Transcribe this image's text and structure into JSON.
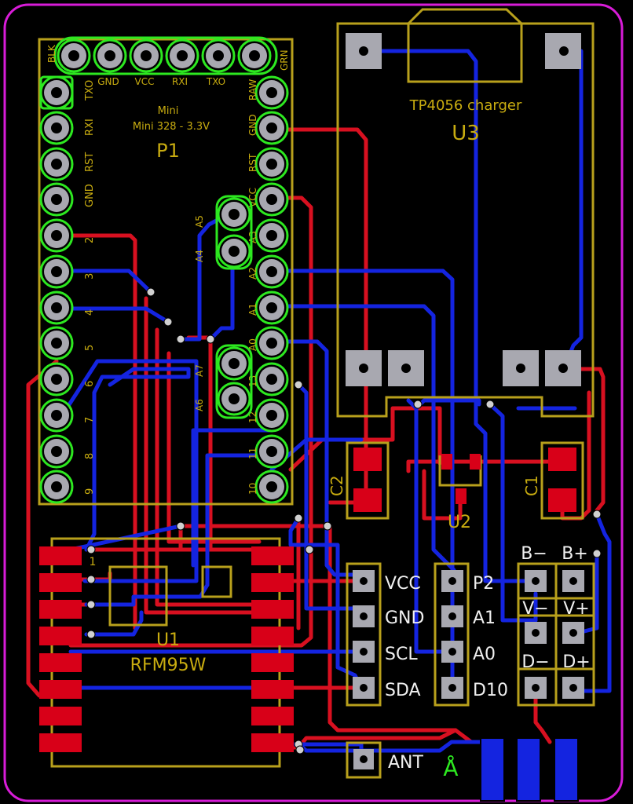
{
  "colors": {
    "background": "#000000",
    "outline": "#d81cd8",
    "copper_top": "#d81020",
    "copper_bottom": "#1424e0",
    "silkscreen": "#b8a01c",
    "pad": "#a8a8b0",
    "pin_highlight": "#2de820"
  },
  "p1": {
    "top_labels": [
      "GND",
      "VCC",
      "RXI",
      "TXO"
    ],
    "top_left": "BLK",
    "top_right": "GRN",
    "left_labels": [
      "TXO",
      "RXI",
      "RST",
      "GND",
      "2",
      "3",
      "4",
      "5",
      "6",
      "7",
      "8",
      "9"
    ],
    "right_labels": [
      "RAW",
      "GND",
      "RST",
      "VCC",
      "A3",
      "A2",
      "A1",
      "A0",
      "13",
      "12",
      "11",
      "10"
    ],
    "title": "Mini",
    "subtitle": "Mini 328 - 3.3V",
    "ref": "P1",
    "a5": "A5",
    "a4": "A4",
    "a7": "A7",
    "a6": "A6"
  },
  "u3": {
    "name": "TP4056 charger",
    "ref": "U3"
  },
  "u2": {
    "ref": "U2"
  },
  "caps": {
    "c2": "C2",
    "c1": "C1"
  },
  "u1": {
    "ref": "U1",
    "name": "RFM95W",
    "pin1": "1"
  },
  "header_left": [
    "VCC",
    "GND",
    "SCL",
    "SDA"
  ],
  "header_mid": [
    "P2",
    "A1",
    "A0",
    "D10"
  ],
  "charger_pads": {
    "b_minus": "B−",
    "b_plus": "B+",
    "v_minus": "V−",
    "v_plus": "V+",
    "d_minus": "D−",
    "d_plus": "D+"
  },
  "antenna": "ANT",
  "logo": "Å"
}
